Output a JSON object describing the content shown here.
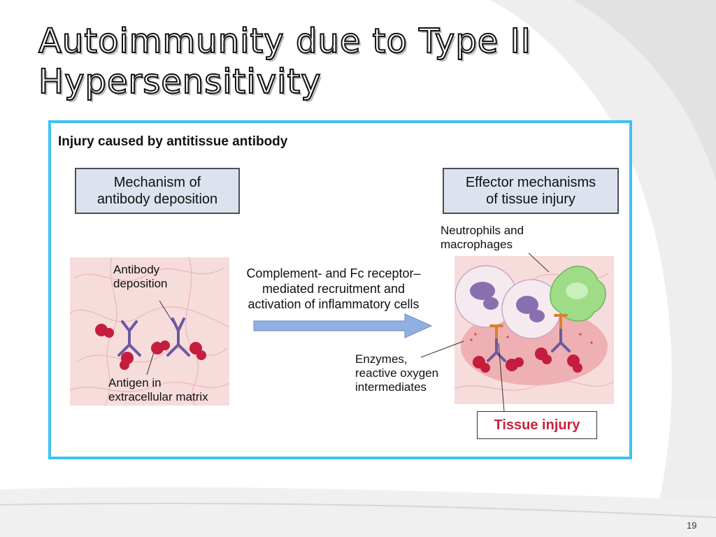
{
  "slide": {
    "title_line1": "Autoimmunity due to Type II",
    "title_line2": "Hypersensitivity",
    "page_number": "19"
  },
  "figure": {
    "heading": "Injury caused by antitissue antibody",
    "left_box": {
      "line1": "Mechanism of",
      "line2": "antibody deposition"
    },
    "right_box": {
      "line1": "Effector mechanisms",
      "line2": "of tissue injury"
    },
    "labels": {
      "antibody_deposition": [
        "Antibody",
        "deposition"
      ],
      "antigen": [
        "Antigen in",
        "extracellular matrix"
      ],
      "recruitment": [
        "Complement- and Fc receptor–",
        "mediated recruitment and",
        "activation of inflammatory cells"
      ],
      "cells": [
        "Neutrophils and",
        "macrophages"
      ],
      "enzymes": [
        "Enzymes,",
        "reactive oxygen",
        "intermediates"
      ]
    },
    "tissue_injury": "Tissue injury"
  },
  "colors": {
    "frame": "#3fc1f0",
    "antigen": "#c41d3e",
    "antibody": "#6a5aa0",
    "tissue_bg": "#f7dcdc",
    "arrow": "#8fb0e0",
    "tissue_injury_text": "#c8233d"
  }
}
